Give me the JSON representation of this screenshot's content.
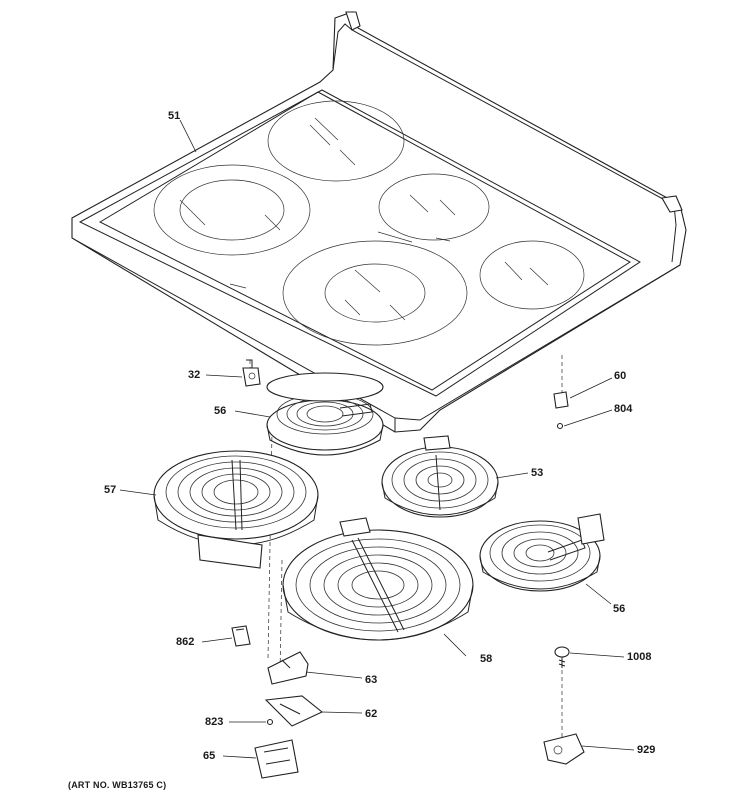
{
  "diagram": {
    "art_number": "(ART NO. WB13765 C)",
    "callouts": {
      "glass_cooktop": "51",
      "terminal_block": "32",
      "element_small_left": "56",
      "element_large_left": "57",
      "element_medium_center": "53",
      "element_small_right": "56",
      "element_large_center": "58",
      "clip": "60",
      "screw": "804",
      "bracket_small": "862",
      "bracket_63": "63",
      "bracket_62": "62",
      "screw_823": "823",
      "bracket_65": "65",
      "screw_1008": "1008",
      "clip_929": "929"
    }
  }
}
